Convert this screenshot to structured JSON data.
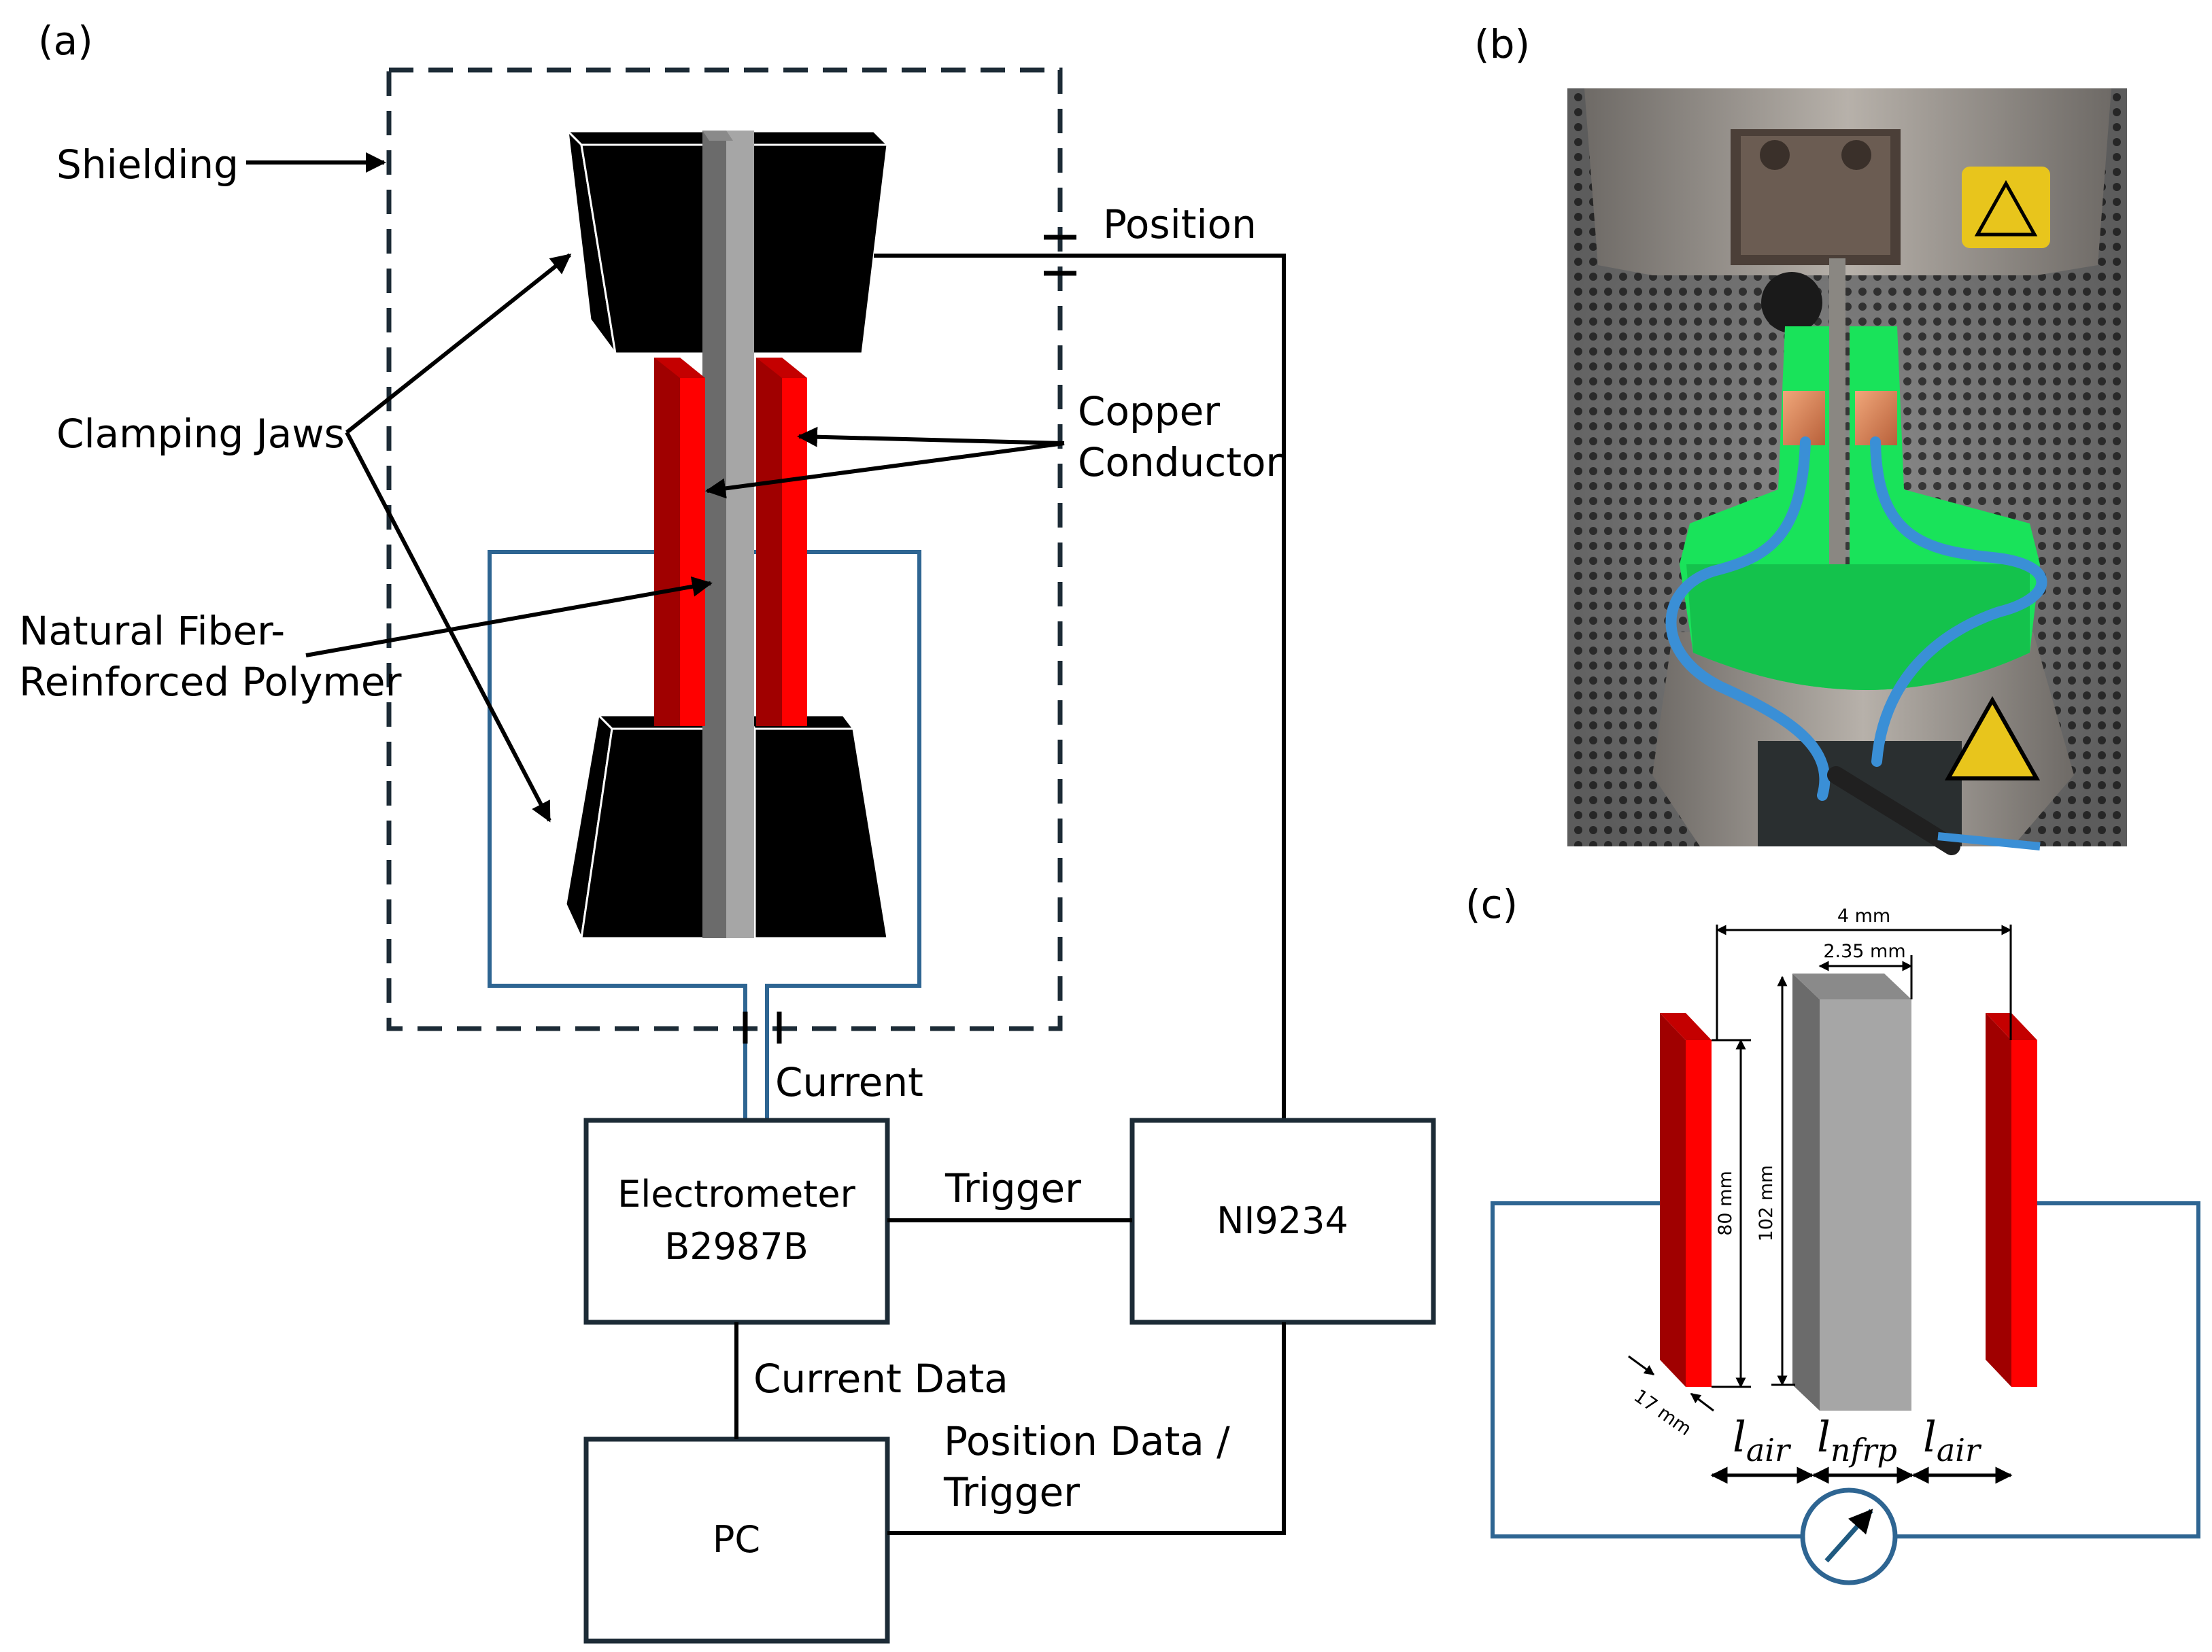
{
  "panels": {
    "a": "(a)",
    "b": "(b)",
    "c": "(c)"
  },
  "labels": {
    "shielding": "Shielding",
    "clamping_jaws": "Clamping Jaws",
    "copper_line1": "Copper",
    "copper_line2": "Conductor",
    "nfrp_line1": "Natural Fiber-",
    "nfrp_line2": "Reinforced Polymer",
    "position": "Position",
    "current": "Current",
    "trigger": "Trigger",
    "current_data": "Current Data",
    "position_data_line1": "Position Data /",
    "position_data_line2": "Trigger"
  },
  "boxes": {
    "electrometer_line1": "Electrometer",
    "electrometer_line2": "B2987B",
    "ni": "NI9234",
    "pc": "PC"
  },
  "dimensions": {
    "width_total": "4 mm",
    "width_nfrp": "2.35 mm",
    "height_nfrp": "102 mm",
    "height_conductor": "80 mm",
    "depth": "17 mm",
    "l_air_base": "l",
    "l_air_sub": "air",
    "l_nfrp_base": "l",
    "l_nfrp_sub": "nfrp"
  },
  "colors": {
    "jaw": "#000000",
    "specimen": "#a6a6a6",
    "specimen_side": "#6b6b6b",
    "conductor_front": "#ff0000",
    "conductor_side": "#a00000",
    "wire": "#2e6592",
    "shield": "#1c2b36",
    "holder": "#19e35a",
    "cable": "#3a8fd6"
  }
}
